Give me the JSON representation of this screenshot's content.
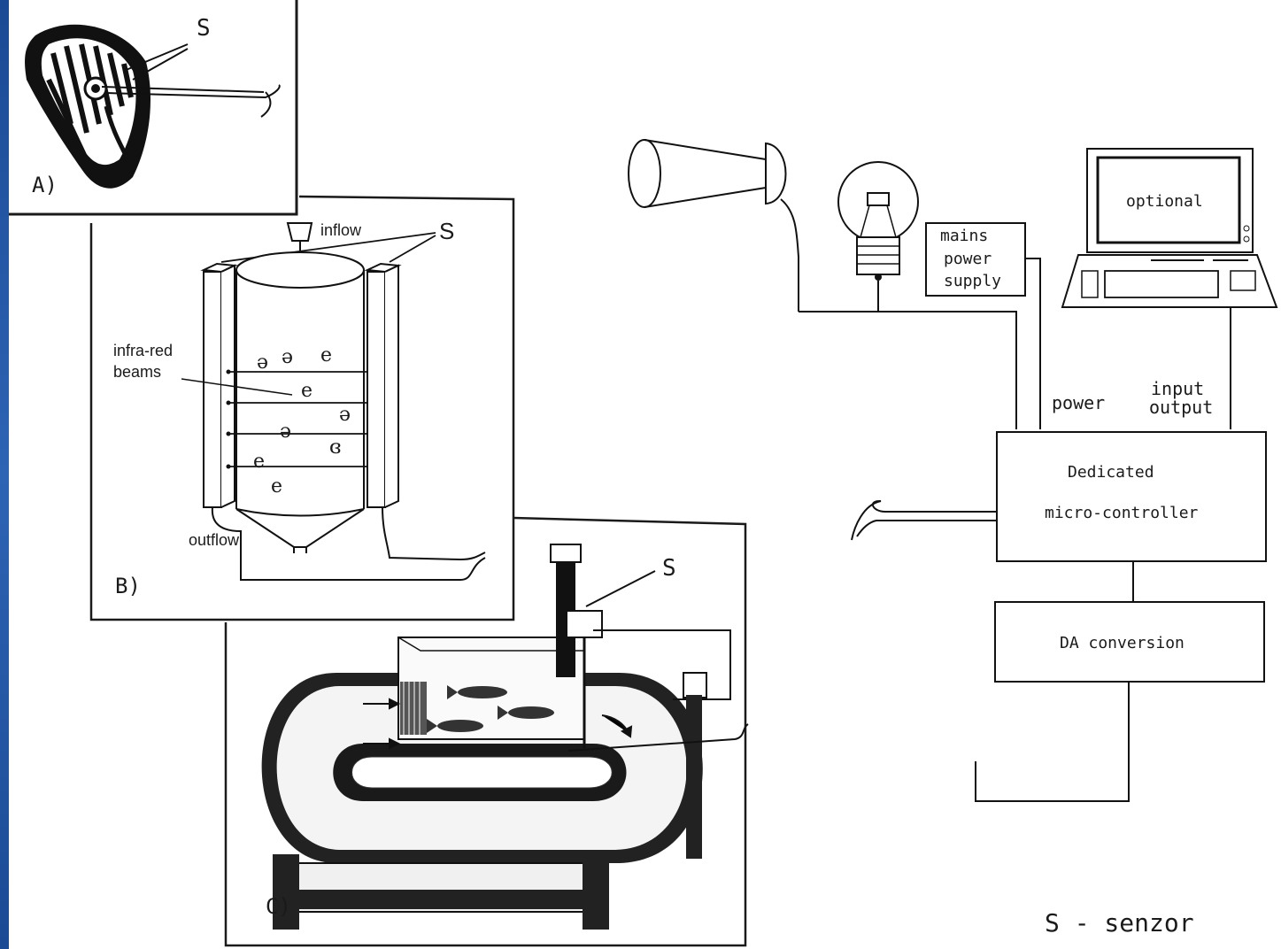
{
  "panels": {
    "a": {
      "label": "A)",
      "sensor": "S"
    },
    "b": {
      "label": "B)",
      "sensor": "S",
      "inflow": "inflow",
      "outflow": "outflow",
      "beams_line1": "infra-red",
      "beams_line2": "beams"
    },
    "c": {
      "label": "C)",
      "sensor": "S"
    }
  },
  "system": {
    "computer_label": "optional",
    "mains_line1": "mains",
    "mains_line2": "power",
    "mains_line3": "supply",
    "power_label": "power",
    "io_line1": "input",
    "io_line2": "output",
    "controller_line1": "Dedicated",
    "controller_line2": "micro-controller",
    "da_label": "DA conversion"
  },
  "legend": {
    "text": "S - senzor"
  }
}
